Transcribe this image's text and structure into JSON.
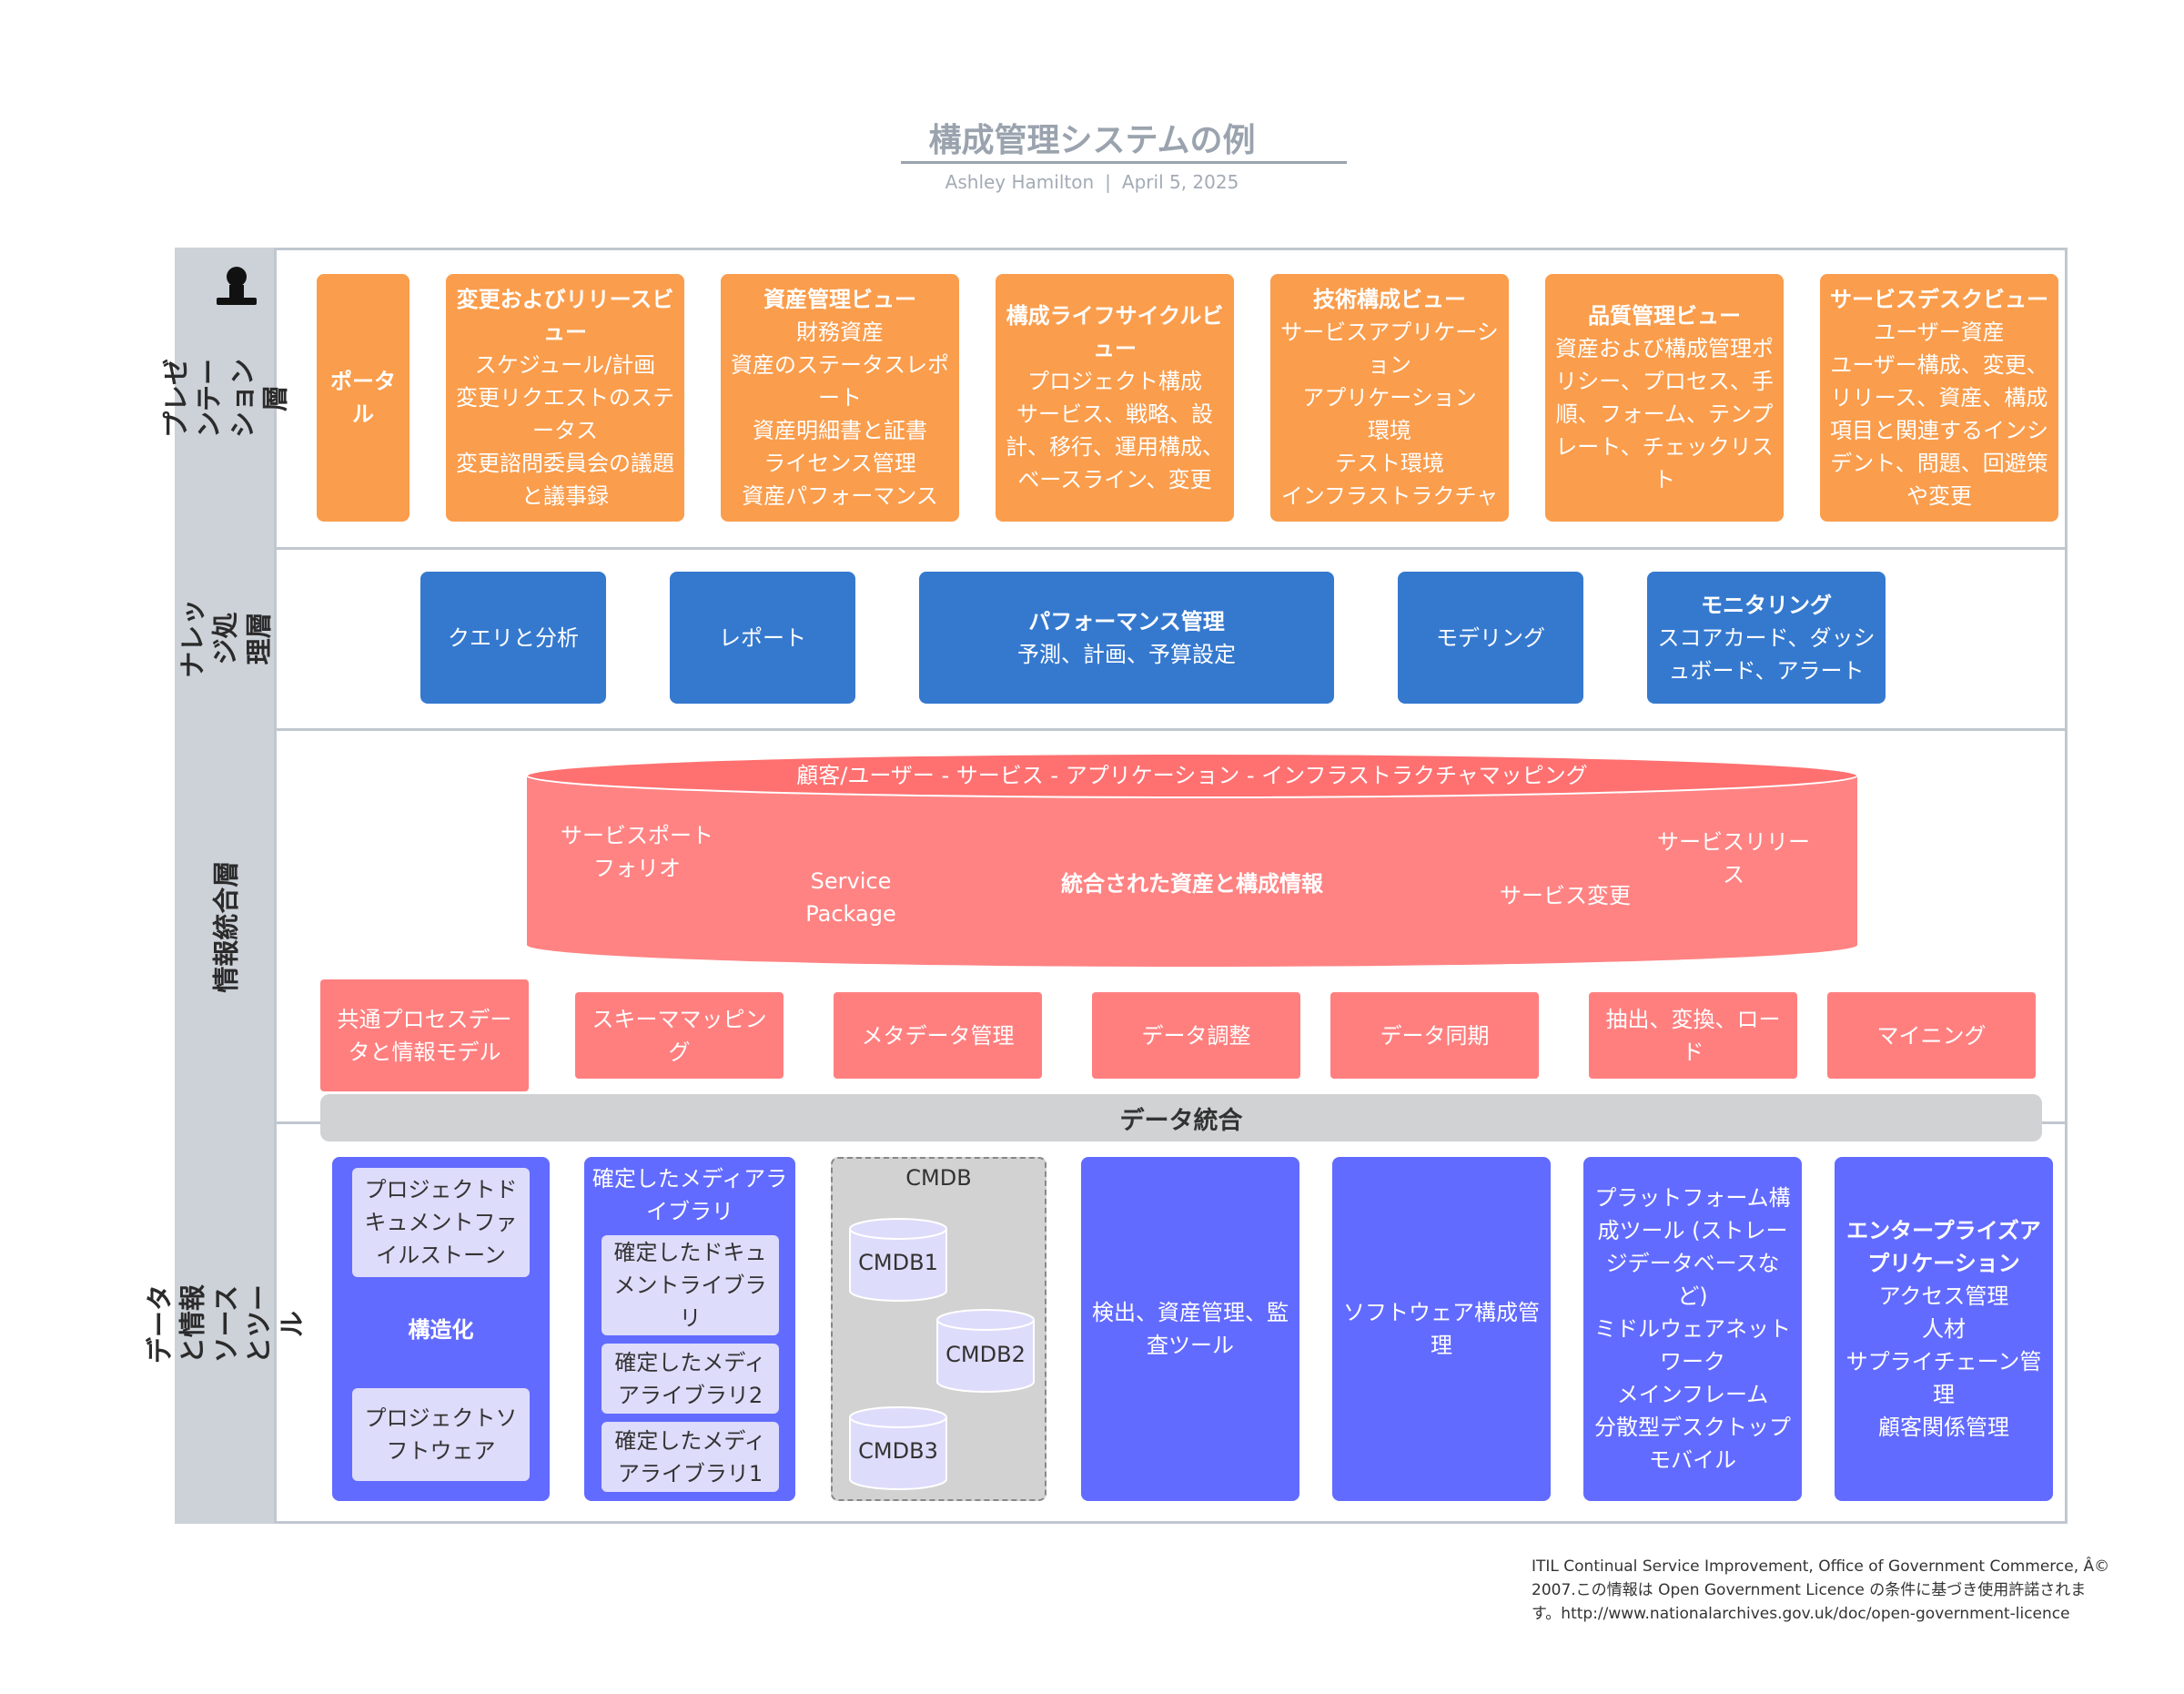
{
  "header": {
    "title": "構成管理システムの例",
    "author": "Ashley Hamilton",
    "separator": "|",
    "date": "April 5, 2025"
  },
  "layers": {
    "presentation": "プレゼンテー\nション層",
    "knowledge": "ナレッジ処\n理層",
    "integration": "情報統合層",
    "data": "データと情報\nソースとツール"
  },
  "presentation": {
    "portal": "ポータ\nル",
    "change_release": {
      "title": "変更およびリリースビ\nュー",
      "body": "スケジュール/計画\n変更リクエストのステ\nータス\n変更諮問委員会の議題\nと議事録"
    },
    "asset_mgmt": {
      "title": "資産管理ビュー",
      "body": "財務資産\n資産のステータスレポ\nート\n資産明細書と証書\nライセンス管理\n資産パフォーマンス"
    },
    "lifecycle": {
      "title": "構成ライフサイクルビ\nュー",
      "body": "プロジェクト構成\nサービス、戦略、設\n計、移行、運用構成、\nベースライン、変更"
    },
    "technical": {
      "title": "技術構成ビュー",
      "body": "サービスアプリケーシ\nョン\nアプリケーション\n環境\nテスト環境\nインフラストラクチャ"
    },
    "quality": {
      "title": "品質管理ビュー",
      "body": "資産および構成管理ポ\nリシー、プロセス、手\n順、フォーム、テンプ\nレート、チェックリス\nト"
    },
    "service_desk": {
      "title": "サービスデスクビュー",
      "body": "ユーザー資産\nユーザー構成、変更、\nリリース、資産、構成\n項目と関連するインシ\nデント、問題、回避策\nや変更"
    }
  },
  "knowledge": {
    "query": "クエリと分析",
    "report": "レポート",
    "performance": {
      "title": "パフォーマンス管理",
      "body": "予測、計画、予算設定"
    },
    "modeling": "モデリング",
    "monitoring": {
      "title": "モニタリング",
      "body": "スコアカード、ダッシ\nュボード、アラート"
    }
  },
  "integration": {
    "cylinder_top": "顧客/ユーザー - サービス - アプリケーション - インフラストラクチャマッピング",
    "portfolio": "サービスポート\nフォリオ",
    "package": "Service\nPackage",
    "center": "統合された資産と構成情報",
    "change": "サービス変更",
    "release": "サービスリリー\nス",
    "common_process": "共通プロセスデー\nタと情報モデル",
    "schema": "スキーママッピン\nグ",
    "metadata": "メタデータ管理",
    "reconcile": "データ調整",
    "sync": "データ同期",
    "etl": "抽出、変換、ロー\nド",
    "mining": "マイニング",
    "bar": "データ統合"
  },
  "data_sources": {
    "project_doc": "プロジェクトド\nキュメントファ\nイルストーン",
    "structured": "構造化",
    "project_sw": "プロジェクトソ\nフトウェア",
    "definitive_media": "確定したメディアラ\nイブラリ",
    "definitive_doc": "確定したドキュ\nメントライブラ\nリ",
    "dml2": "確定したメディ\nアライブラリ2",
    "dml1": "確定したメディ\nアライブラリ1",
    "cmdb_title": "CMDB",
    "cmdb1": "CMDB1",
    "cmdb2": "CMDB2",
    "cmdb3": "CMDB3",
    "discovery": "検出、資産管理、監\n査ツール",
    "software_cm": "ソフトウェア構成管\n理",
    "platform": "プラットフォーム構\n成ツール (ストレー\nジデータベースな\nど)\nミドルウェアネット\nワーク\nメインフレーム\n分散型デスクトップ\nモバイル",
    "enterprise": {
      "title": "エンタープライズア\nプリケーション",
      "body": "アクセス管理\n人材\nサプライチェーン管\n理\n顧客関係管理"
    }
  },
  "footnote": "ITIL Continual Service Improvement, Office of Government Commerce, Â©\n2007.この情報は Open Government Licence の条件に基づき使用許諾されま\nす。http://www.nationalarchives.gov.uk/doc/open-government-licence",
  "colors": {
    "orange": "#fa9d4c",
    "blue": "#3579cf",
    "pink": "#ff7f7f",
    "indigo": "#626bff",
    "lavender": "#dedcfb",
    "frame": "#c1c7cf"
  },
  "icons": {
    "user": "user-icon",
    "database": "database-icon"
  }
}
